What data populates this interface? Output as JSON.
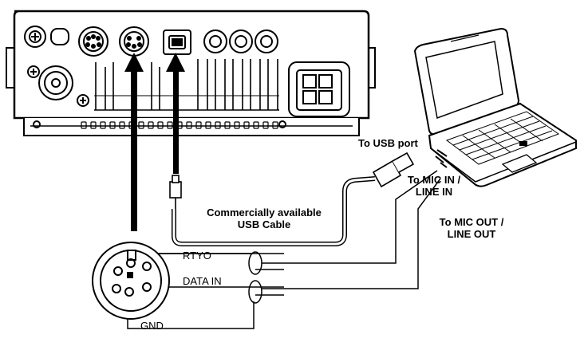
{
  "labels": {
    "usb_port": "To USB port",
    "mic_in_line1": "To MIC IN /",
    "mic_in_line2": "LINE IN",
    "mic_out_line1": "To MIC OUT /",
    "mic_out_line2": "LINE OUT",
    "usb_cable_line1": "Commercially available",
    "usb_cable_line2": "USB Cable",
    "rtyo": "RTYO",
    "data_in": "DATA IN",
    "gnd": "GND"
  },
  "icons": {
    "transceiver": "transceiver-rear-panel",
    "laptop": "laptop-computer",
    "connector": "din-connector"
  }
}
